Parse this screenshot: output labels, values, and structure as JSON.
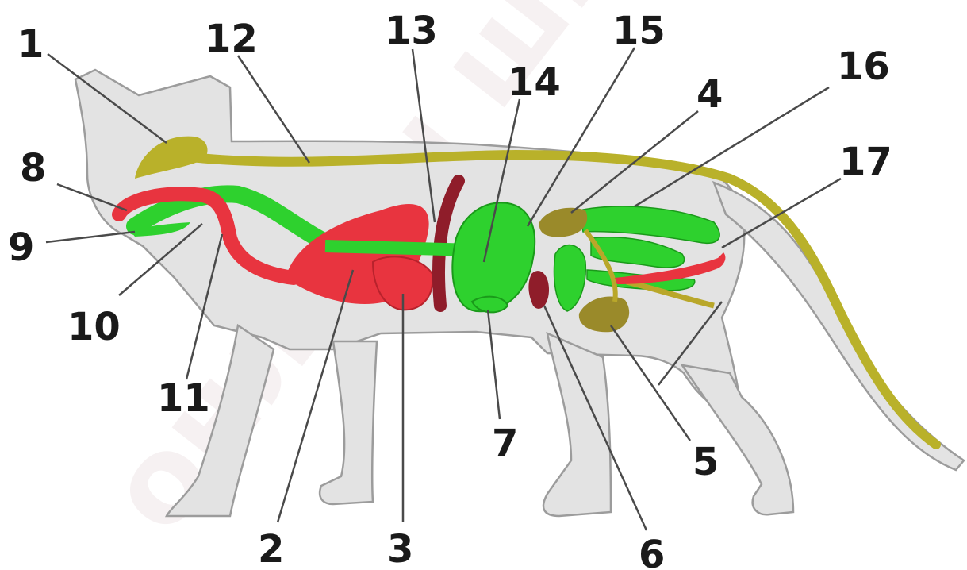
{
  "diagram": {
    "labels": [
      {
        "id": "1",
        "text": "1"
      },
      {
        "id": "2",
        "text": "2"
      },
      {
        "id": "3",
        "text": "3"
      },
      {
        "id": "4",
        "text": "4"
      },
      {
        "id": "5",
        "text": "5"
      },
      {
        "id": "6",
        "text": "6"
      },
      {
        "id": "7",
        "text": "7"
      },
      {
        "id": "8",
        "text": "8"
      },
      {
        "id": "9",
        "text": "9"
      },
      {
        "id": "10",
        "text": "10"
      },
      {
        "id": "11",
        "text": "11"
      },
      {
        "id": "12",
        "text": "12"
      },
      {
        "id": "13",
        "text": "13"
      },
      {
        "id": "14",
        "text": "14"
      },
      {
        "id": "15",
        "text": "15"
      },
      {
        "id": "16",
        "text": "16"
      },
      {
        "id": "17",
        "text": "17"
      }
    ]
  },
  "watermark": {
    "text": "онлайн школа"
  },
  "colors": {
    "body": "#e3e3e3",
    "nervous": "#b9b12a",
    "digestive": "#2ed12e",
    "circulatory": "#e8343f",
    "heart": "#8f1d2a",
    "kidney": "#9a8a2a"
  }
}
